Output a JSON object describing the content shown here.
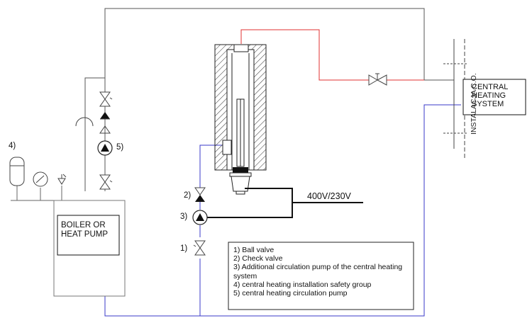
{
  "diagram": {
    "boiler_label_line1": "BOILER OR",
    "boiler_label_line2": "HEAT PUMP",
    "heating_label_line1": "CENTRAL",
    "heating_label_line2": "HEATING",
    "heating_label_line3": "SYSTEM",
    "installation_label": "INSTALACJA C.O.",
    "power_label": "400V/230V",
    "markers": {
      "m4": "4)",
      "m5": "5)",
      "m2": "2)",
      "m3": "3)",
      "m1": "1)"
    },
    "legend": [
      "1) Ball valve",
      "2) Check valve",
      "3) Additional circulation pump of the central heating system",
      "4) central heating installation safety group",
      "5) central heating circulation pump"
    ],
    "colors": {
      "hot": "#e03030",
      "cold": "#3a3ac8",
      "line": "#555555"
    }
  }
}
